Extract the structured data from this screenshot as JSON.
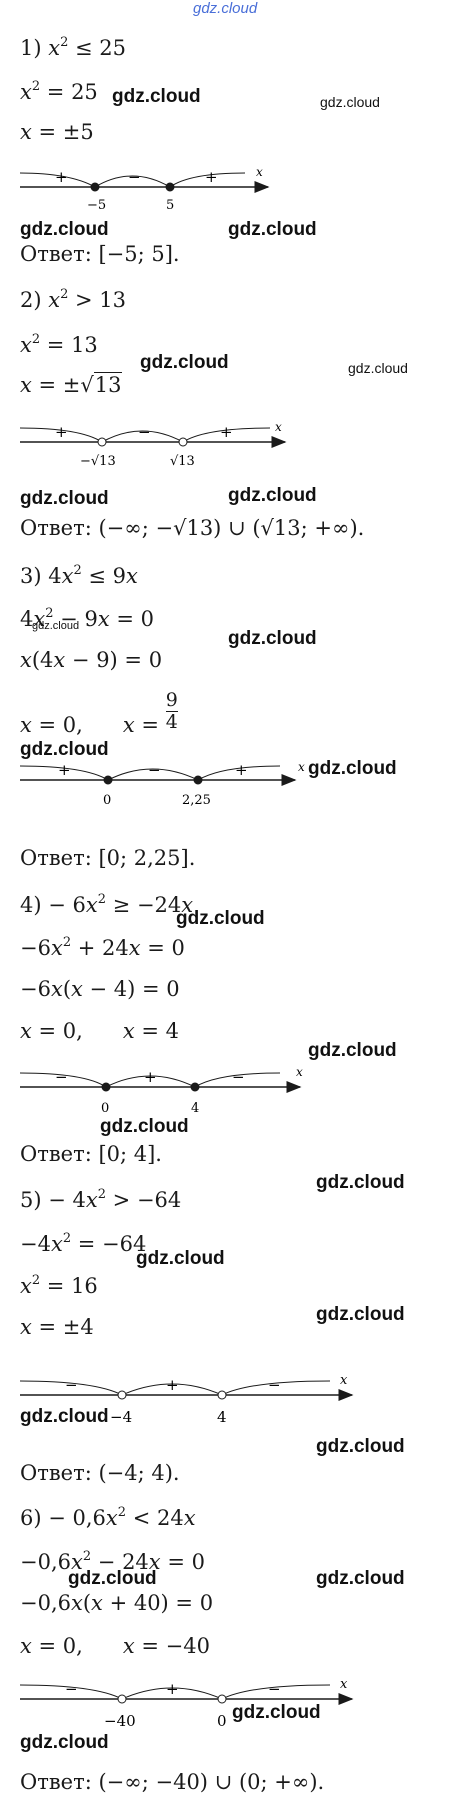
{
  "watermark_top": "gdz.cloud",
  "watermark": "gdz.cloud",
  "problems": [
    {
      "lines": [
        "1) x² ≤ 25",
        "x² = 25",
        "x = ±5"
      ],
      "numline": {
        "signs": [
          "+",
          "−",
          "+"
        ],
        "points": [
          {
            "label": "−5",
            "filled": true
          },
          {
            "label": "5",
            "filled": true
          }
        ],
        "axis": "x"
      },
      "answer": "Ответ: [−5; 5]."
    },
    {
      "lines": [
        "2) x² > 13",
        "x² = 13",
        "x = ±√13"
      ],
      "numline": {
        "signs": [
          "+",
          "−",
          "+"
        ],
        "points": [
          {
            "label": "−√13",
            "filled": false
          },
          {
            "label": "√13",
            "filled": false
          }
        ],
        "axis": "x"
      },
      "answer": "Ответ: (−∞; −√13) ∪ (√13; +∞)."
    },
    {
      "lines": [
        "3) 4x² ≤ 9x",
        "4x² − 9x = 0",
        "x(4x − 9) = 0",
        "x = 0,",
        "x =",
        "9",
        "4"
      ],
      "numline": {
        "signs": [
          "+",
          "−",
          "+"
        ],
        "points": [
          {
            "label": "0",
            "filled": true
          },
          {
            "label": "2,25",
            "filled": true
          }
        ],
        "axis": "x"
      },
      "answer": "Ответ: [0; 2,25]."
    },
    {
      "lines": [
        "4) − 6x² ≥ −24x",
        "−6x² + 24x = 0",
        "−6x(x − 4) = 0",
        "x = 0,",
        "x = 4"
      ],
      "numline": {
        "signs": [
          "−",
          "+",
          "−"
        ],
        "points": [
          {
            "label": "0",
            "filled": true
          },
          {
            "label": "4",
            "filled": true
          }
        ],
        "axis": "x"
      },
      "answer": "Ответ: [0; 4]."
    },
    {
      "lines": [
        "5) − 4x² > −64",
        "−4x² = −64",
        "x² = 16",
        "x = ±4"
      ],
      "numline": {
        "signs": [
          "−",
          "+",
          "−"
        ],
        "points": [
          {
            "label": "−4",
            "filled": false
          },
          {
            "label": "4",
            "filled": false
          }
        ],
        "axis": "x"
      },
      "answer": "Ответ: (−4; 4)."
    },
    {
      "lines": [
        "6) − 0,6x² < 24x",
        "−0,6x² − 24x = 0",
        "−0,6x(x + 40) = 0",
        "x = 0,",
        "x = −40"
      ],
      "numline": {
        "signs": [
          "−",
          "+",
          "−"
        ],
        "points": [
          {
            "label": "−40",
            "filled": false
          },
          {
            "label": "0",
            "filled": false
          }
        ],
        "axis": "x"
      },
      "answer": "Ответ: (−∞; −40) ∪ (0; +∞)."
    }
  ]
}
